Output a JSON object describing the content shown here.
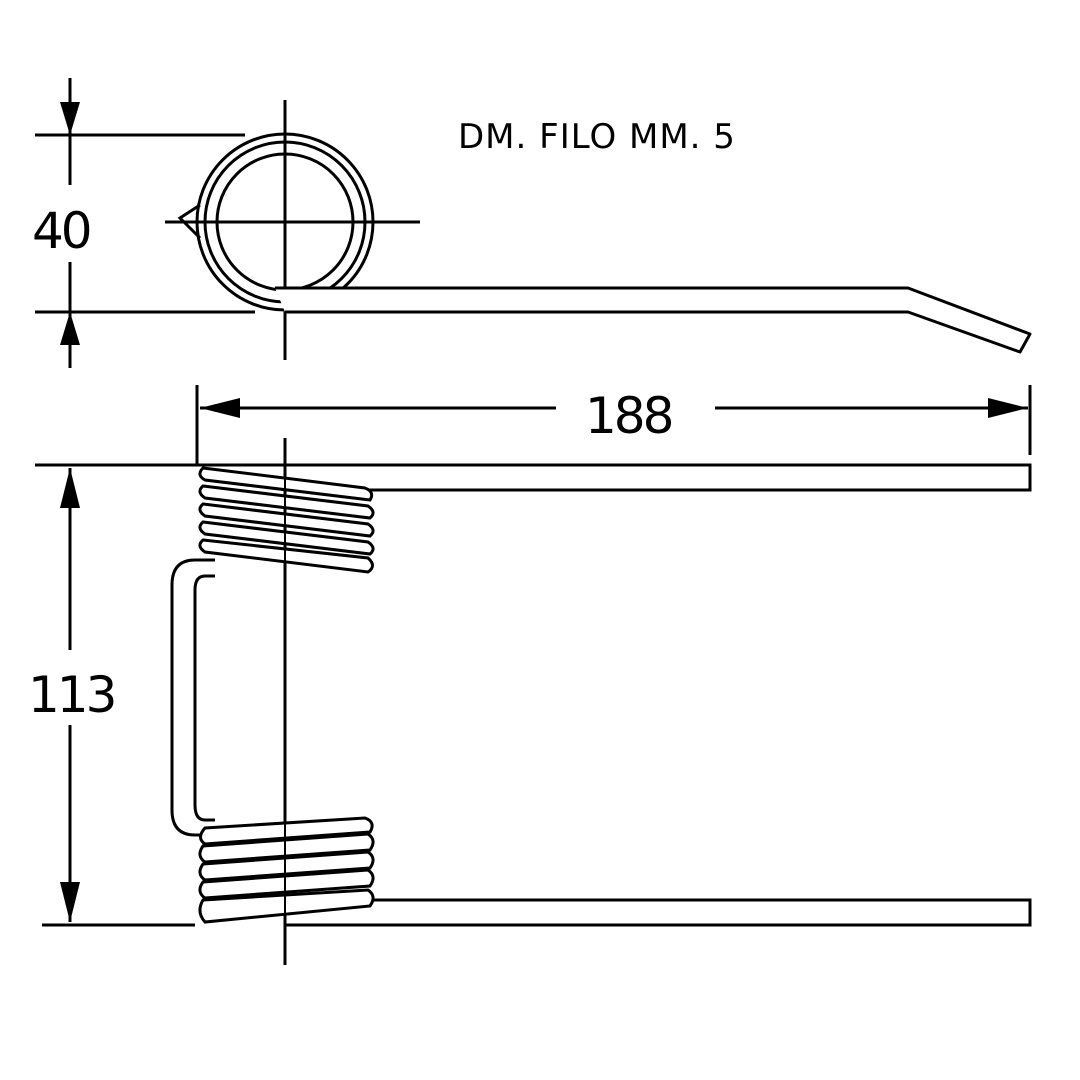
{
  "note": "DM. FILO MM. 5",
  "dimensions": {
    "coil_diameter": "40",
    "length": "188",
    "height": "113"
  },
  "colors": {
    "line": "#000000",
    "background": "#ffffff"
  }
}
